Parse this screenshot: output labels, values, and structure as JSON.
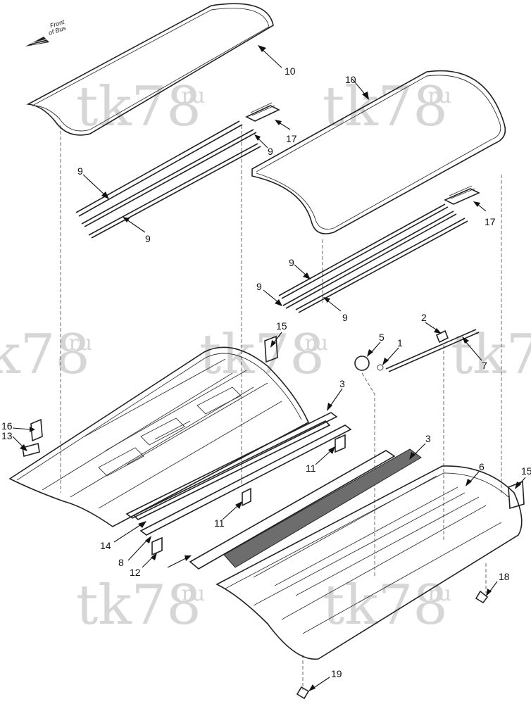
{
  "watermark": {
    "text": "tk78",
    "suffix": ".ru"
  },
  "orientation": {
    "line1": "Front",
    "line2": "of Bus"
  },
  "callouts": [
    "10",
    "10",
    "17",
    "17",
    "9",
    "9",
    "9",
    "9",
    "9",
    "9",
    "15",
    "15",
    "5",
    "1",
    "2",
    "7",
    "3",
    "3",
    "16",
    "13",
    "6",
    "11",
    "11",
    "14",
    "8",
    "12",
    "18",
    "19"
  ],
  "colors": {
    "line": "#222222",
    "watermark": "#d6d6d6",
    "mesh": "#6d6d6d"
  }
}
